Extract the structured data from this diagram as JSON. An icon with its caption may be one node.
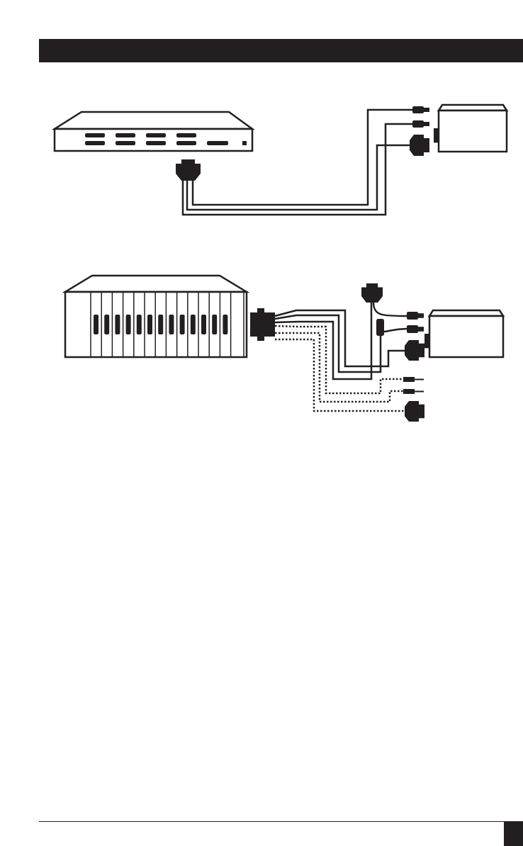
{
  "diagram": {
    "nodes": [
      {
        "text": [],
        "shape": "switch"
      },
      {
        "text": [],
        "shape": "connector"
      },
      {
        "text": [],
        "shape": "plug"
      },
      {
        "text": [],
        "shape": "plug"
      },
      {
        "text": [],
        "shape": "connector"
      },
      {
        "text": [],
        "shape": "box"
      },
      {
        "text": [],
        "shape": "chassis"
      },
      {
        "text": [],
        "shape": "connector"
      },
      {
        "text": [],
        "shape": "connector"
      },
      {
        "text": [],
        "shape": "plug"
      },
      {
        "text": [],
        "shape": "plug"
      },
      {
        "text": [],
        "shape": "plug"
      },
      {
        "text": [],
        "shape": "connector"
      },
      {
        "text": [],
        "shape": "box"
      },
      {
        "text": [],
        "shape": "plug"
      },
      {
        "text": [],
        "shape": "plug"
      },
      {
        "text": [],
        "shape": "connector"
      }
    ],
    "edges": [
      {
        "from": 1,
        "to": 2,
        "arrow": "none"
      },
      {
        "from": 1,
        "to": 4,
        "arrow": "none"
      },
      {
        "from": 1,
        "to": 3,
        "arrow": "none"
      },
      {
        "from": 7,
        "to": 12,
        "arrow": "none"
      },
      {
        "from": 7,
        "to": 9,
        "arrow": "none"
      },
      {
        "from": 7,
        "to": 8,
        "arrow": "none"
      },
      {
        "from": 8,
        "to": 10,
        "arrow": "none"
      },
      {
        "from": 9,
        "to": 11,
        "arrow": "none"
      },
      {
        "from": 7,
        "to": 14,
        "arrow": "none",
        "style": "dashed"
      },
      {
        "from": 7,
        "to": 15,
        "arrow": "none",
        "style": "dashed"
      },
      {
        "from": 7,
        "to": 16,
        "arrow": "none",
        "style": "dashed"
      }
    ]
  }
}
